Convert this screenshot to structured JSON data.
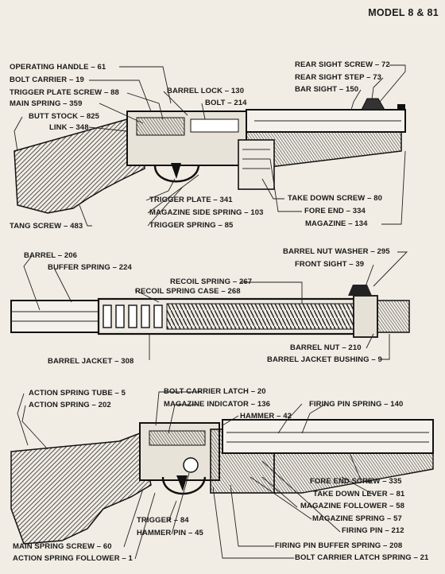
{
  "title": "MODEL 8 & 81",
  "colors": {
    "paper": "#f1ede4",
    "ink": "#1a1a1a"
  },
  "diagram1": {
    "labels": {
      "operating_handle": "OPERATING HANDLE – 61",
      "bolt_carrier": "BOLT CARRIER – 19",
      "trigger_plate_screw": "TRIGGER PLATE SCREW – 88",
      "main_spring": "MAIN SPRING – 359",
      "butt_stock": "BUTT STOCK – 825",
      "link": "LINK – 348",
      "barrel_lock": "BARREL LOCK – 130",
      "bolt": "BOLT – 214",
      "rear_sight_screw": "REAR SIGHT SCREW – 72",
      "rear_sight_step": "REAR SIGHT STEP – 73",
      "bar_sight": "BAR SIGHT – 150",
      "trigger_plate": "TRIGGER PLATE – 341",
      "magazine_side_spring": "MAGAZINE SIDE SPRING – 103",
      "trigger_spring": "TRIGGER SPRING – 85",
      "take_down_screw": "TAKE DOWN SCREW – 80",
      "fore_end": "FORE END – 334",
      "magazine": "MAGAZINE – 134",
      "tang_screw": "TANG SCREW – 483"
    }
  },
  "diagram2": {
    "labels": {
      "barrel": "BARREL – 206",
      "buffer_spring": "BUFFER SPRING – 224",
      "recoil_spring": "RECOIL SPRING – 267",
      "recoil_spring_case": "RECOIL SPRING CASE – 268",
      "barrel_nut_washer": "BARREL NUT WASHER – 295",
      "front_sight": "FRONT SIGHT – 39",
      "barrel_nut": "BARREL NUT – 210",
      "barrel_jacket_bushing": "BARREL JACKET BUSHING – 9",
      "barrel_jacket": "BARREL JACKET – 308"
    }
  },
  "diagram3": {
    "labels": {
      "action_spring_tube": "ACTION SPRING TUBE – 5",
      "action_spring": "ACTION SPRING – 202",
      "bolt_carrier_latch": "BOLT CARRIER LATCH – 20",
      "magazine_indicator": "MAGAZINE INDICATOR – 136",
      "hammer": "HAMMER – 42",
      "firing_pin_spring": "FIRING PIN SPRING – 140",
      "fore_end_screw": "FORE END SCREW – 335",
      "take_down_lever": "TAKE DOWN LEVER – 81",
      "magazine_follower": "MAGAZINE FOLLOWER – 58",
      "magazine_spring": "MAGAZINE SPRING – 57",
      "firing_pin": "FIRING PIN – 212",
      "trigger": "TRIGGER – 84",
      "hammer_pin": "HAMMER PIN – 45",
      "firing_pin_buffer_spring": "FIRING PIN BUFFER SPRING – 208",
      "bolt_carrier_latch_spring": "BOLT CARRIER LATCH SPRING – 21",
      "main_spring_screw": "MAIN SPRING SCREW – 60",
      "action_spring_follower": "ACTION SPRING FOLLOWER – 1"
    }
  }
}
